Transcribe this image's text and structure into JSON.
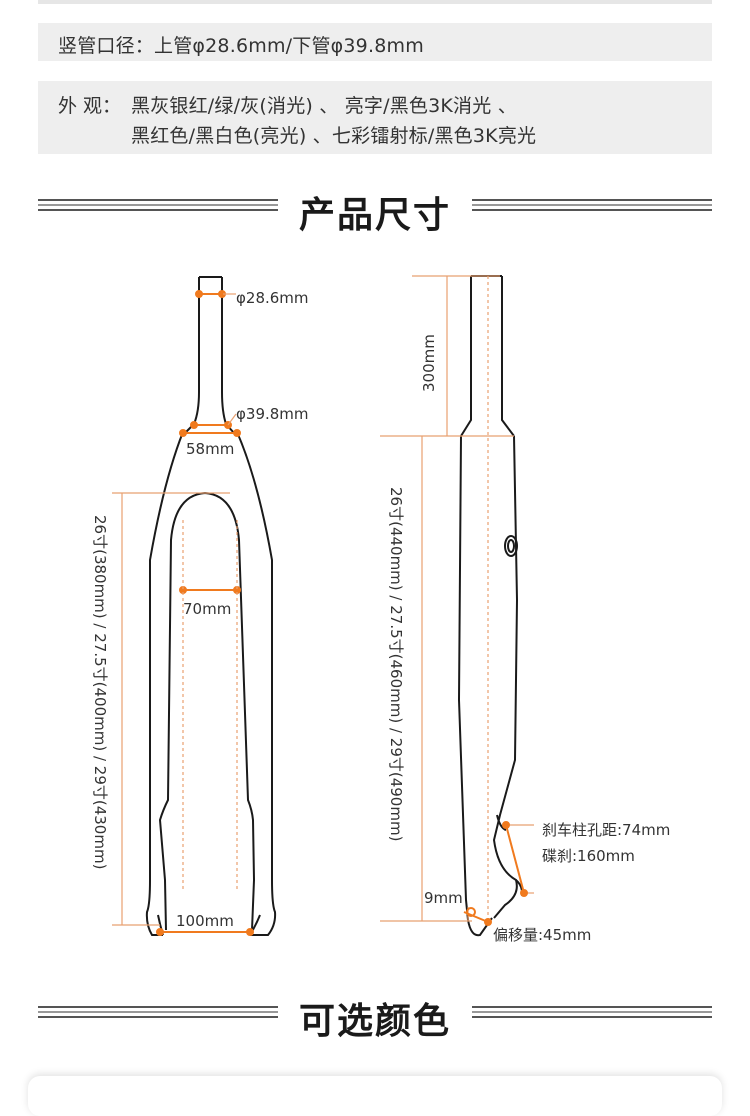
{
  "specs": {
    "diameter": "竖管口径：上管φ28.6mm/下管φ39.8mm",
    "appearance_label": "外  观：",
    "appearance_line1": "黑灰银红/绿/灰(消光) 、 亮字/黑色3K消光 、",
    "appearance_line2": "黑红色/黑白色(亮光) 、七彩镭射标/黑色3K亮光"
  },
  "sections": {
    "dimensions_title": "产品尺寸",
    "colors_title": "可选颜色"
  },
  "front_view": {
    "top_tube_diameter": "φ28.6mm",
    "bottom_tube_diameter": "φ39.8mm",
    "crown_width": "58mm",
    "inner_width": "70mm",
    "axle_width": "100mm",
    "height_label": "26寸(380mm) / 27.5寸(400mm) / 29寸(430mm)"
  },
  "side_view": {
    "steerer_length": "300mm",
    "height_label": "26寸(440mm) / 27.5寸(460mm) / 29寸(490mm)",
    "brake_mount": "刹车柱孔距:74mm",
    "rotor": "碟刹:160mm",
    "dropout": "9mm",
    "offset": "偏移量:45mm"
  },
  "colors": {
    "accent": "#f07a1e",
    "outline": "#1a1a1a",
    "guide": "#e8a070"
  }
}
